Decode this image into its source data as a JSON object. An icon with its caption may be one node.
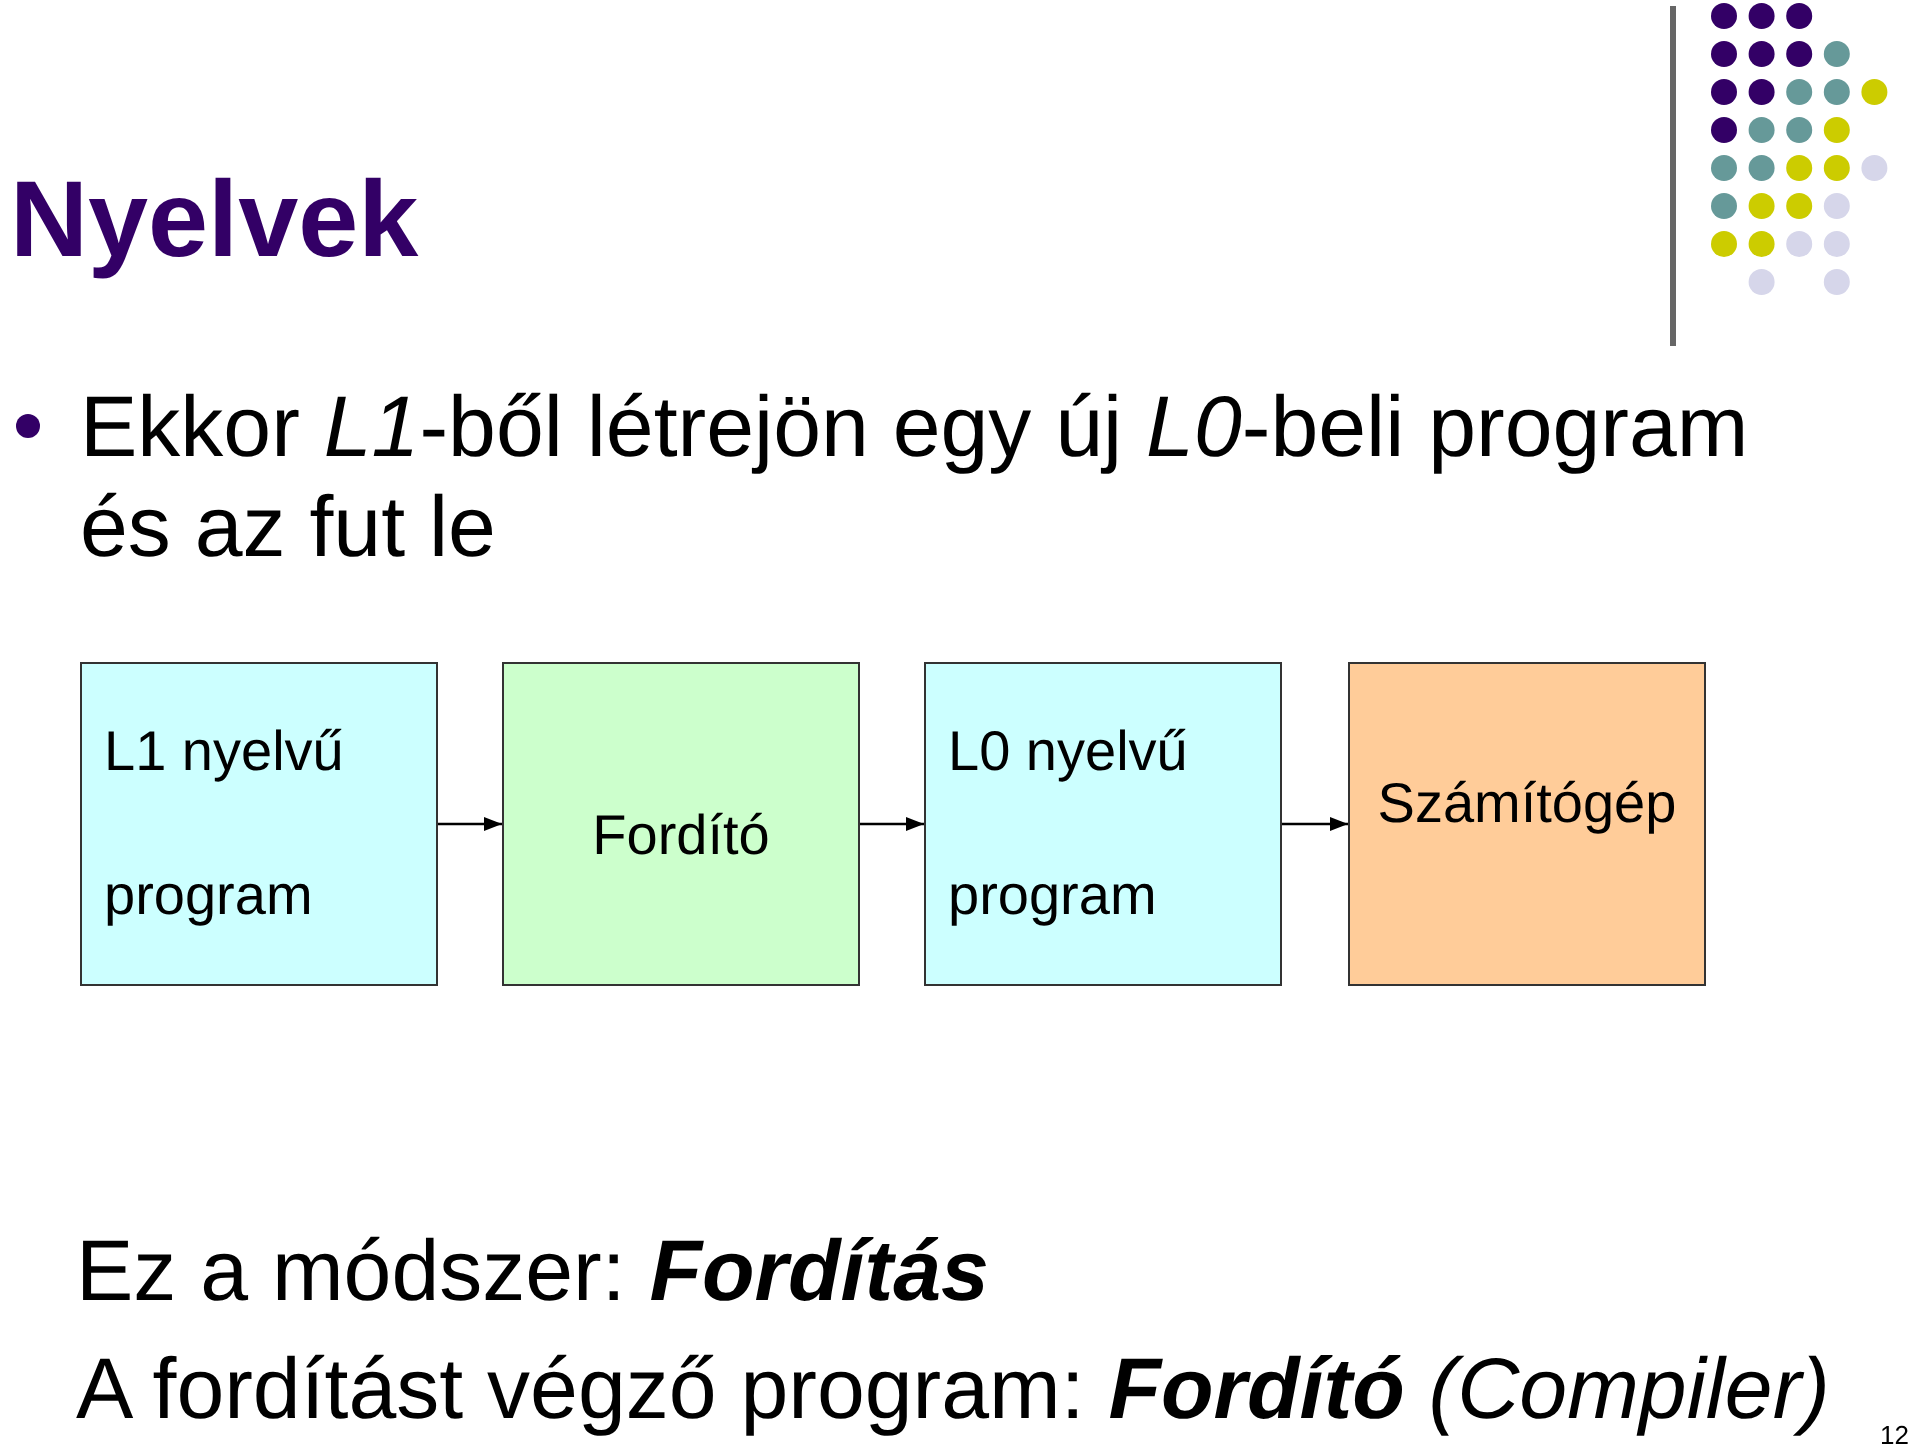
{
  "diagram": {
    "title": "Nyelvek",
    "nodes": [
      {
        "text": [
          "L1 nyelvű program"
        ]
      },
      {
        "text": [
          "Fordító"
        ]
      },
      {
        "text": [
          "L0 nyelvű program"
        ]
      },
      {
        "text": [
          "Számítógép"
        ]
      }
    ],
    "edges": [
      {
        "from": 0,
        "to": 1,
        "arrow": "to"
      },
      {
        "from": 1,
        "to": 2,
        "arrow": "to"
      },
      {
        "from": 2,
        "to": 3,
        "arrow": "to"
      }
    ],
    "labels": [
      "Ekkor *L1*-ből létrejön egy új *L0*-beli program és az fut le",
      "Ez a módszer: **Fordítás**",
      "A fordítást végző program: **Fordító** *(Compiler)*",
      "12"
    ]
  }
}
